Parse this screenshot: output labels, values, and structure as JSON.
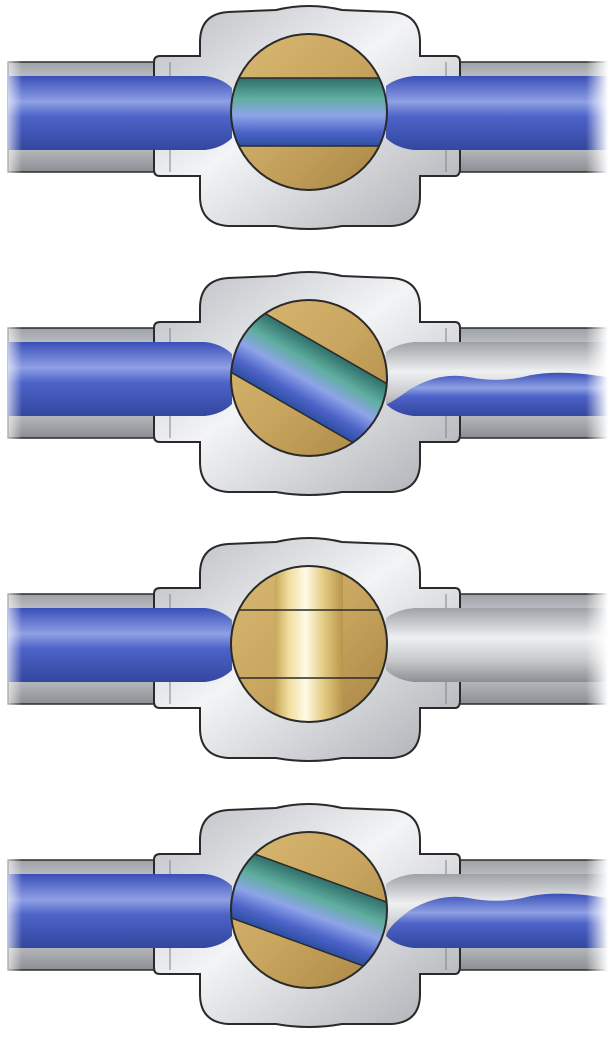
{
  "diagram": {
    "valves": [
      {
        "state": "open",
        "ball_rotation_deg": 0,
        "downstream_fill": 1.0,
        "downstream_wavy": false
      },
      {
        "state": "partially-open",
        "ball_rotation_deg": 30,
        "downstream_fill": 0.55,
        "downstream_wavy": true
      },
      {
        "state": "closed",
        "ball_rotation_deg": 90,
        "downstream_fill": 0.0,
        "downstream_wavy": false
      },
      {
        "state": "partially-open",
        "ball_rotation_deg": 20,
        "downstream_fill": 0.7,
        "downstream_wavy": true
      }
    ],
    "colors": {
      "water": "#4d63c8",
      "water_light": "#8fa0e4",
      "pipe_gray": "#c8cacd",
      "body_gray": "#d6d8dc",
      "ball_brass": "#c9a65f",
      "outline": "#2a2a2a"
    }
  }
}
